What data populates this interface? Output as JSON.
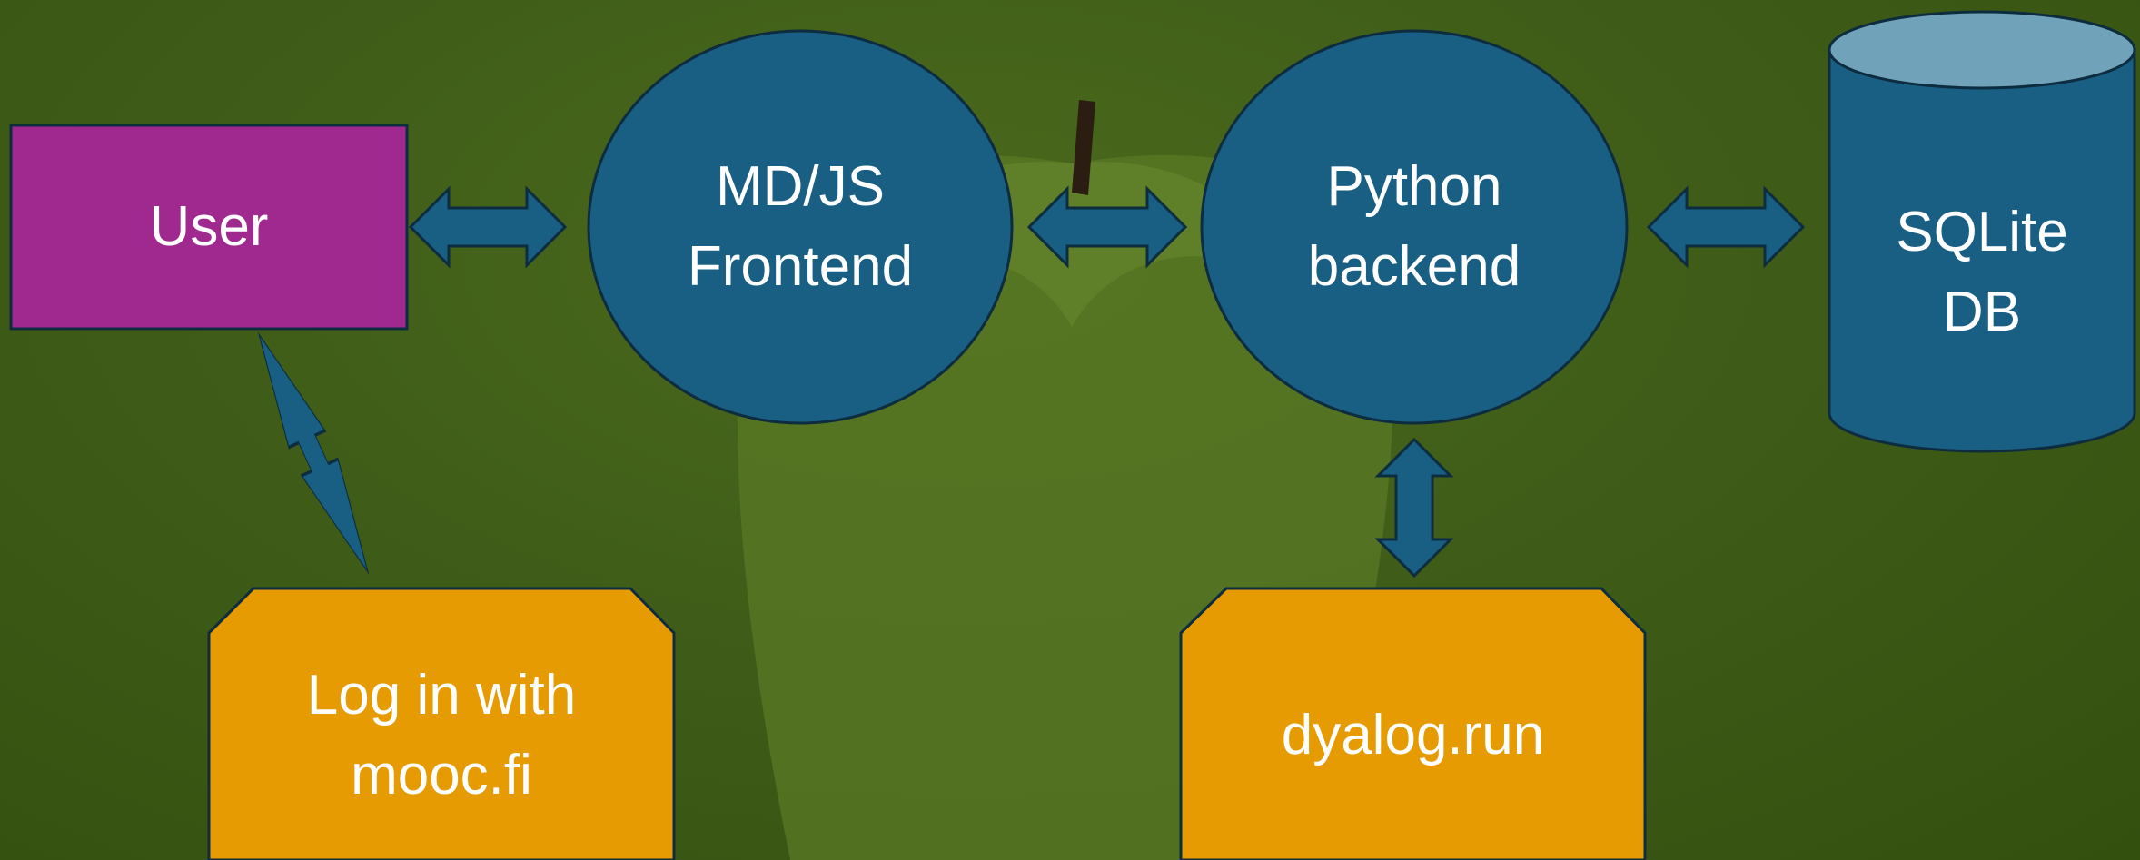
{
  "colors": {
    "user_box": "#a0298f",
    "circle": "#185f83",
    "db_body": "#185f83",
    "db_top": "#70a3b9",
    "orange_box": "#e59b01",
    "outline": "#0e2c3f",
    "arrow": "#185f83"
  },
  "nodes": {
    "user": {
      "label": "User"
    },
    "frontend": {
      "label": "MD/JS\nFrontend"
    },
    "backend": {
      "label": "Python\nbackend"
    },
    "database": {
      "label": "SQLite\nDB"
    },
    "login": {
      "label": "Log in with\nmooc.fi"
    },
    "dyalog": {
      "label": "dyalog.run"
    }
  },
  "edges": [
    {
      "from": "user",
      "to": "frontend",
      "direction": "both"
    },
    {
      "from": "frontend",
      "to": "backend",
      "direction": "both"
    },
    {
      "from": "backend",
      "to": "database",
      "direction": "both"
    },
    {
      "from": "user",
      "to": "login",
      "direction": "both"
    },
    {
      "from": "backend",
      "to": "dyalog",
      "direction": "both"
    }
  ]
}
